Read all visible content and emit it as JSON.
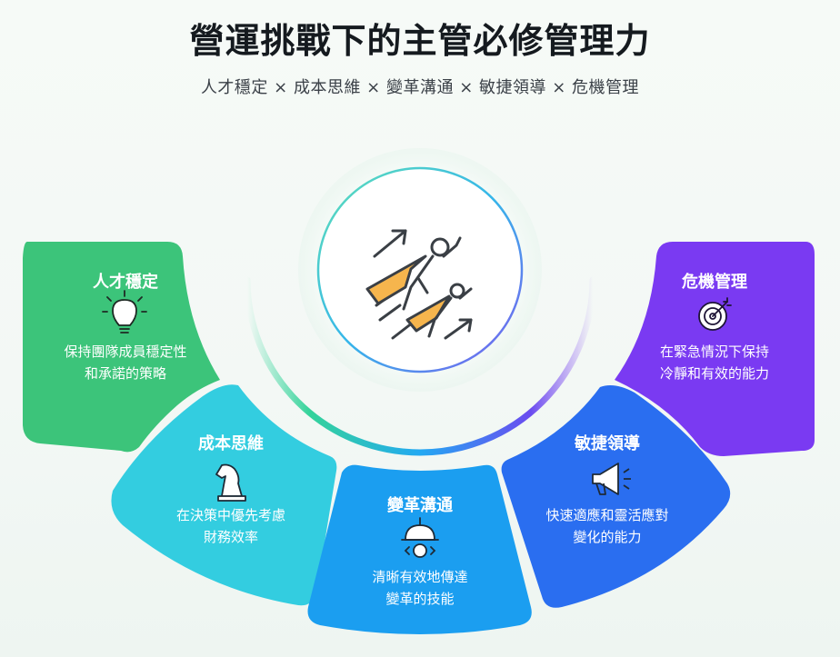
{
  "header": {
    "title": "營運挑戰下的主管必修管理力",
    "subtitle": "人才穩定 × 成本思維 × 變革溝通 × 敏捷領導 × 危機管理"
  },
  "center": {
    "icon": "leader-superhero-arrows-icon"
  },
  "segments": [
    {
      "title": "人才穩定",
      "line1": "保持團隊成員穩定性",
      "line2": "和承諾的策略",
      "icon": "lightbulb-icon",
      "color": "#3cc47a"
    },
    {
      "title": "成本思維",
      "line1": "在決策中優先考慮",
      "line2": "財務效率",
      "icon": "chess-knight-icon",
      "color": "#33cde0"
    },
    {
      "title": "變革溝通",
      "line1": "清晰有效地傳達",
      "line2": "變革的技能",
      "icon": "hardhat-gear-icon",
      "color": "#1b9ef0"
    },
    {
      "title": "敏捷領導",
      "line1": "快速適應和靈活應對",
      "line2": "變化的能力",
      "icon": "megaphone-icon",
      "color": "#2a6ef0"
    },
    {
      "title": "危機管理",
      "line1": "在緊急情況下保持",
      "line2": "冷靜和有效的能力",
      "icon": "target-icon",
      "color": "#7a3af2"
    }
  ]
}
